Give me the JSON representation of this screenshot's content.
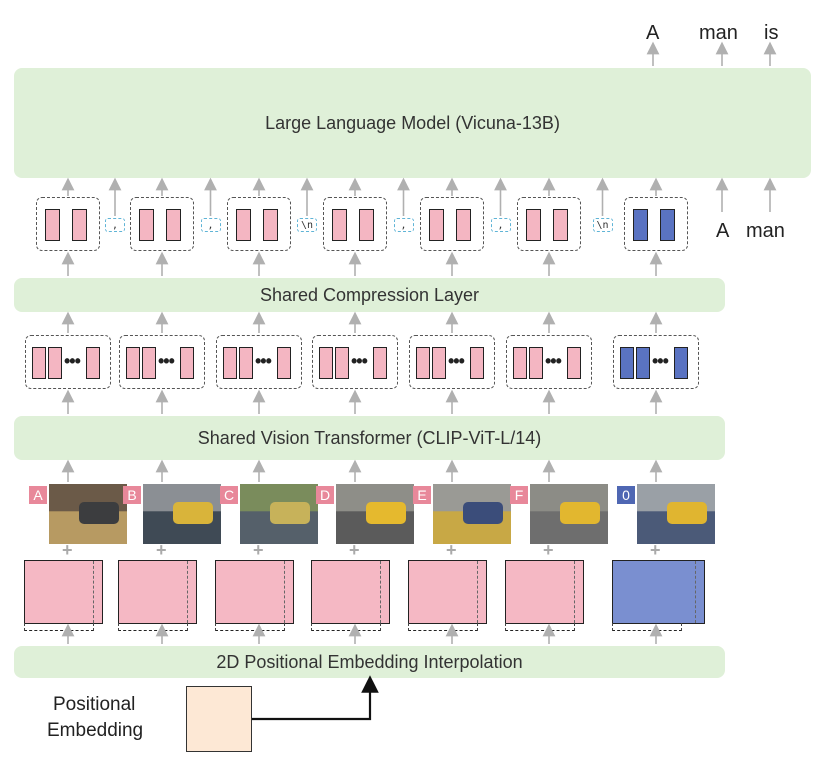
{
  "llm": {
    "label": "Large Language Model (Vicuna-13B)"
  },
  "compression": {
    "label": "Shared Compression Layer"
  },
  "vit": {
    "label": "Shared Vision Transformer (CLIP-ViT-L/14)"
  },
  "interp": {
    "label": "2D Positional Embedding Interpolation"
  },
  "posemb": {
    "line1": "Positional",
    "line2": "Embedding"
  },
  "output_tokens": [
    "A",
    "man",
    "is"
  ],
  "input_tokens": [
    "A",
    "man"
  ],
  "separators": [
    ",",
    ",",
    "\\n",
    ",",
    ",",
    "\\n"
  ],
  "crops": [
    {
      "label": "A",
      "kind": "crop"
    },
    {
      "label": "B",
      "kind": "crop"
    },
    {
      "label": "C",
      "kind": "crop"
    },
    {
      "label": "D",
      "kind": "crop"
    },
    {
      "label": "E",
      "kind": "crop"
    },
    {
      "label": "F",
      "kind": "crop"
    },
    {
      "label": "0",
      "kind": "global"
    }
  ],
  "colors": {
    "bar_green": "#dff0d8",
    "pink": "#f4b6c2",
    "blue": "#5a73c2",
    "arrow_gray": "#b0b0b0",
    "pos_emb": "#fde8d5"
  }
}
